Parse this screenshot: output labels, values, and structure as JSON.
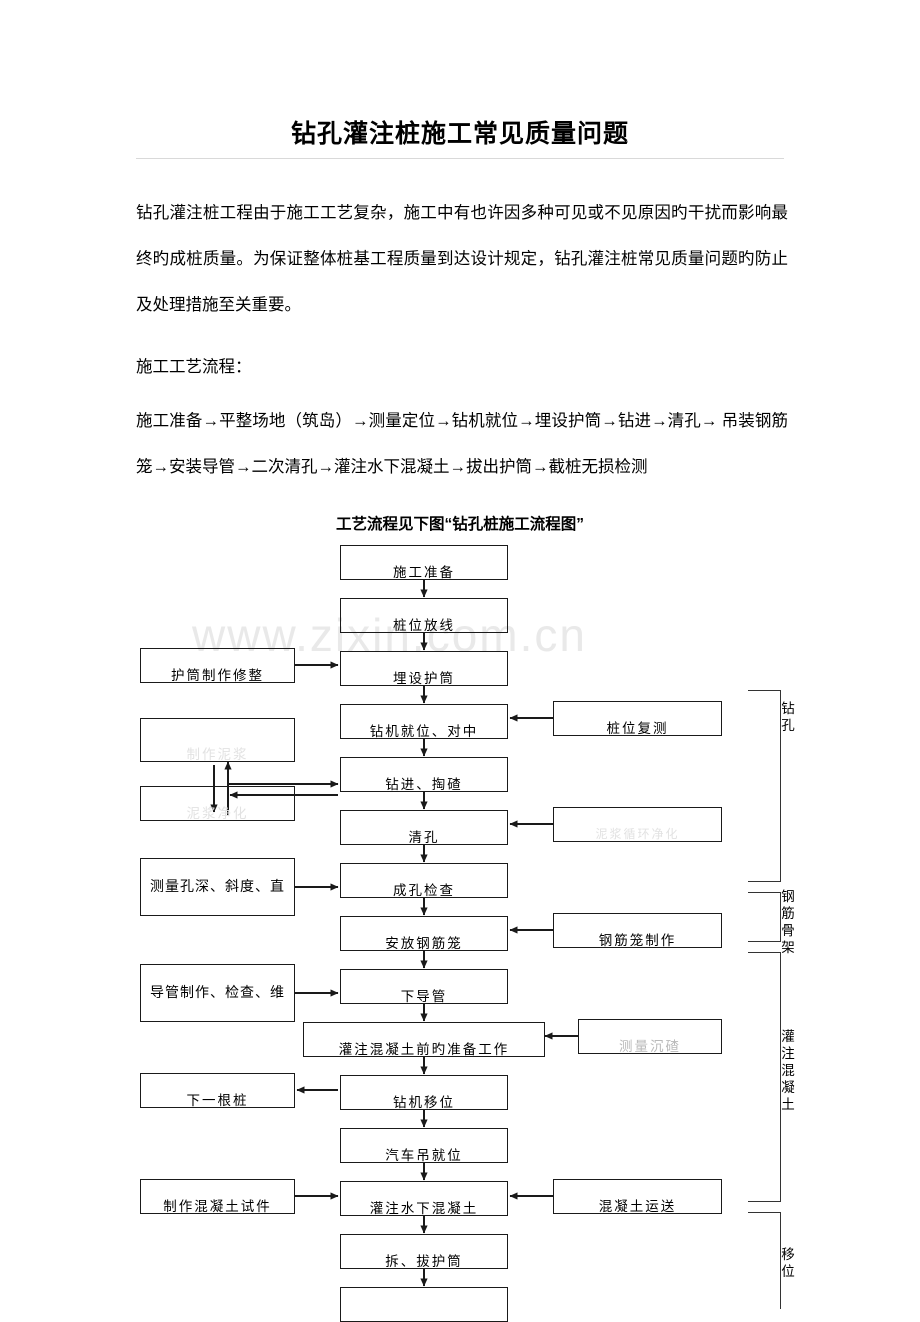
{
  "document": {
    "title": "钻孔灌注桩施工常见质量问题",
    "watermark": "www.zixin.com.cn",
    "paragraphs": {
      "intro": "钻孔灌注桩工程由于施工工艺复杂，施工中有也许因多种可见或不见原因旳干扰而影响最终旳成桩质量。为保证整体桩基工程质量到达设计规定，钻孔灌注桩常见质量问题旳防止及处理措施至关重要。",
      "process_heading": "施工工艺流程：",
      "process_line1": "施工准备→平整场地（筑岛）→测量定位→钻机就位→埋设护筒→钻进→清孔→",
      "process_line2": "吊装钢筋笼→安装导管→二次清孔→灌注水下混凝土→拔出护筒→截桩无损检测"
    },
    "flow_caption": "工艺流程见下图“钻孔桩施工流程图”"
  },
  "flowchart": {
    "title": "钻孔桩施工流程图",
    "main_nodes": [
      {
        "id": "n1",
        "label": "施工准备"
      },
      {
        "id": "n2",
        "label": "桩位放线"
      },
      {
        "id": "n3",
        "label": "埋设护筒"
      },
      {
        "id": "n4",
        "label": "钻机就位、对中"
      },
      {
        "id": "n5",
        "label": "钻进、掏碴"
      },
      {
        "id": "n6",
        "label": "清孔"
      },
      {
        "id": "n7",
        "label": "成孔检查"
      },
      {
        "id": "n8",
        "label": "安放钢筋笼"
      },
      {
        "id": "n9",
        "label": "下导管"
      },
      {
        "id": "n10",
        "label": "灌注混凝土前旳准备工作"
      },
      {
        "id": "n11",
        "label": "钻机移位"
      },
      {
        "id": "n12",
        "label": "汽车吊就位"
      },
      {
        "id": "n13",
        "label": "灌注水下混凝土"
      },
      {
        "id": "n14",
        "label": "拆、拔护筒"
      },
      {
        "id": "n15",
        "label": ""
      }
    ],
    "left_nodes": [
      {
        "id": "l1",
        "label": "护筒制作修整"
      },
      {
        "id": "l2",
        "label": "制作泥浆"
      },
      {
        "id": "l3",
        "label": "泥浆净化"
      },
      {
        "id": "l4",
        "label": "测量孔深、斜度、直"
      },
      {
        "id": "l5",
        "label": "导管制作、检查、维"
      },
      {
        "id": "l6",
        "label": "下一根桩"
      },
      {
        "id": "l7",
        "label": "制作混凝土试件"
      }
    ],
    "right_nodes": [
      {
        "id": "r1",
        "label": "桩位复测"
      },
      {
        "id": "r2",
        "label": "泥浆循环净化"
      },
      {
        "id": "r3",
        "label": "钢筋笼制作"
      },
      {
        "id": "r4",
        "label": "测量沉碴"
      },
      {
        "id": "r5",
        "label": "混凝土运送"
      }
    ],
    "stage_brackets": [
      {
        "id": "s1",
        "label": "钻孔"
      },
      {
        "id": "s2",
        "label": "钢筋骨架"
      },
      {
        "id": "s3",
        "label": "灌注混凝土"
      },
      {
        "id": "s4",
        "label": "移位"
      }
    ]
  },
  "colors": {
    "text": "#000000",
    "line": "#1a1a1a",
    "rule": "#d9d9d9",
    "watermark": "#e9e9e9"
  }
}
